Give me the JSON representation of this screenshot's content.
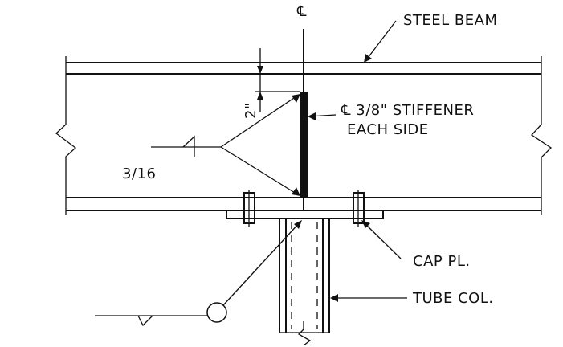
{
  "labels": {
    "centerline": "℄",
    "steel_beam": "STEEL BEAM",
    "stiffener_line1": "℄ 3/8\" STIFFENER",
    "stiffener_line2": "EACH SIDE",
    "weld_size": "3/16",
    "dimension": "2\"",
    "cap_plate": "CAP PL.",
    "tube_column": "TUBE COL."
  },
  "colors": {
    "ink": "#111111",
    "paper": "#ffffff"
  }
}
